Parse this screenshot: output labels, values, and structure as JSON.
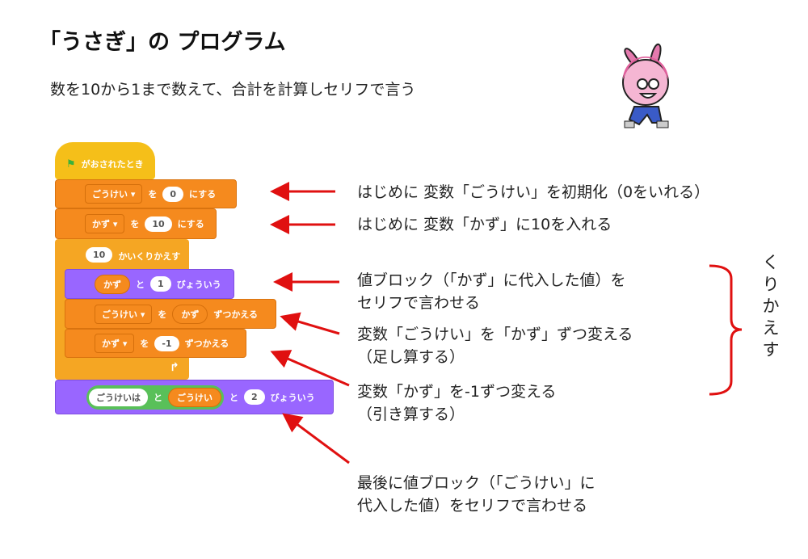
{
  "title": "「うさぎ」の プログラム",
  "subtitle": "数を10から1まで数えて、合計を計算しセリフで言う",
  "blocks": {
    "hat": "がおされたとき",
    "set1": {
      "var": "ごうけい",
      "op": "を",
      "value": "0",
      "tail": "にする"
    },
    "set2": {
      "var": "かず",
      "op": "を",
      "value": "10",
      "tail": "にする"
    },
    "repeat": {
      "count": "10",
      "label": "かいくりかえす"
    },
    "say1": {
      "reporter": "かず",
      "and": "と",
      "secs": "1",
      "tail": "びょういう"
    },
    "change1": {
      "var": "ごうけい",
      "op": "を",
      "reporter": "かず",
      "tail": "ずつかえる"
    },
    "change2": {
      "var": "かず",
      "op": "を",
      "value": "-1",
      "tail": "ずつかえる"
    },
    "say2": {
      "text": "ごうけいは",
      "and1": "と",
      "reporter": "ごうけい",
      "and2": "と",
      "secs": "2",
      "tail": "びょういう"
    }
  },
  "notes": {
    "n1": "はじめに 変数「ごうけい」を初期化（0をいれる）",
    "n2": "はじめに 変数「かず」に10を入れる",
    "n3a": "値ブロック（「かず」に代入した値）を",
    "n3b": "セリフで言わせる",
    "n4a": "変数「ごうけい」を「かず」ずつ変える",
    "n4b": "（足し算する）",
    "n5a": "変数「かず」を-1ずつ変える",
    "n5b": "（引き算する）",
    "n6a": "最後に値ブロック（「ごうけい」に",
    "n6b": "代入した値）をセリフで言わせる",
    "repeat_label": "くりかえす"
  },
  "colors": {
    "arrow": "#e01010",
    "control": "#f5a623",
    "variables": "#f58a1e",
    "looks": "#9966ff",
    "operators": "#59c059"
  }
}
